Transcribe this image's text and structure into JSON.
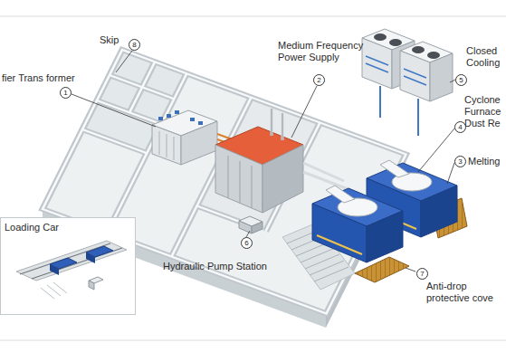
{
  "diagram": {
    "nodes": [
      {
        "text": [
          "Loading Car"
        ]
      }
    ],
    "labels": [
      "Skip",
      "8",
      "Medium Frequency Power Supply",
      "2",
      "Closed Cooling",
      "5",
      "fier Trans former",
      "1",
      "Cyclone Furnace Dust Re",
      "4",
      "Melting",
      "3",
      "Hydraulic Pump Station",
      "6",
      "Anti-drop protective cove",
      "7"
    ]
  }
}
